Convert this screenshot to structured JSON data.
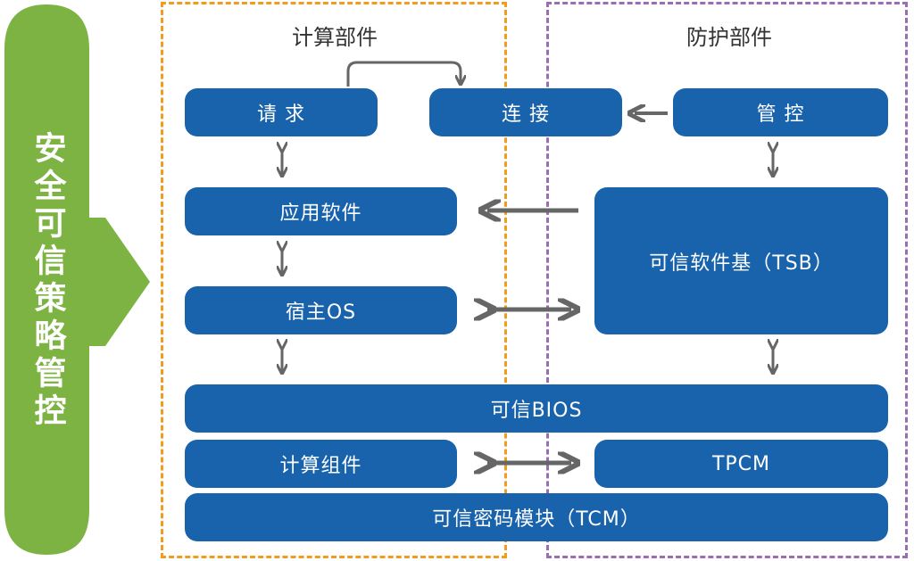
{
  "colors": {
    "box_fill": "#1863ab",
    "box_text": "#ffffff",
    "compute_region_border": "#f29c1f",
    "protect_region_border": "#9b6db3",
    "policy_arrow": "#7cb342",
    "connector": "#666666"
  },
  "policy": {
    "label": "安全可信策略管控"
  },
  "compute_region": {
    "title": "计算部件",
    "request": "请 求",
    "app_software": "应用软件",
    "host_os": "宿主OS",
    "compute_component": "计算组件"
  },
  "protect_region": {
    "title": "防护部件",
    "control": "管  控",
    "tsb": "可信软件基（TSB）",
    "tpcm": "TPCM"
  },
  "shared": {
    "connect": "连 接",
    "trusted_bios": "可信BIOS",
    "tcm": "可信密码模块（TCM）"
  }
}
